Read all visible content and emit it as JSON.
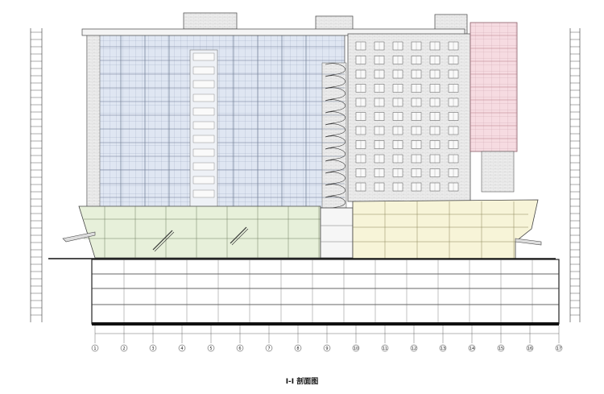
{
  "drawing": {
    "title": "I-I 剖面图",
    "grid_axes": [
      "1",
      "2",
      "3",
      "4",
      "5",
      "6",
      "7",
      "8",
      "9",
      "10",
      "11",
      "12",
      "13",
      "14",
      "15",
      "16",
      "17"
    ],
    "colors": {
      "line": "#333333",
      "curtain_wall": "#dbe3f0",
      "podium_green": "#e6efd8",
      "podium_yellow": "#f6f3d6",
      "tower_pink": "#f5d9df",
      "masonry": "#eeeeee"
    }
  }
}
